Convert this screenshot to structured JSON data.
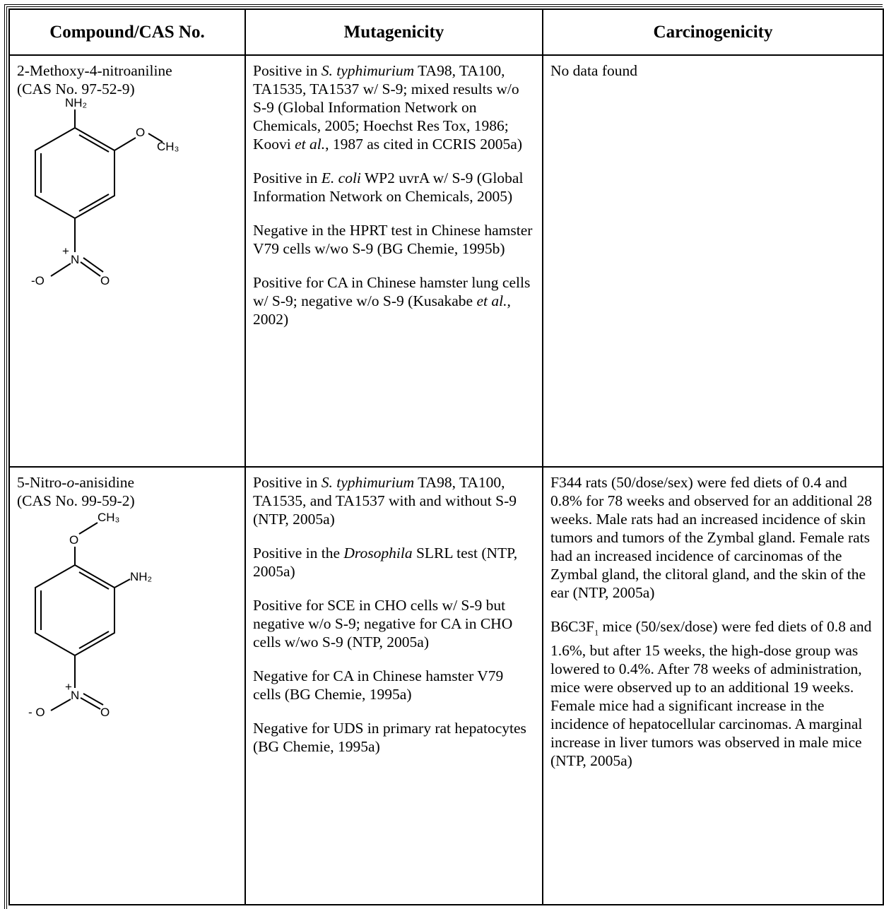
{
  "headers": {
    "compound": "Compound/CAS No.",
    "mutagenicity": "Mutagenicity",
    "carcinogenicity": "Carcinogenicity"
  },
  "rows": [
    {
      "compound_name": "2-Methoxy-4-nitroaniline",
      "cas": "(CAS No. 97-52-9)",
      "structure_labels": {
        "nh2": "NH₂",
        "o": "O",
        "ch3": "CH₃",
        "n": "N",
        "plus": "+",
        "o_minus": "-O",
        "o_double": "O"
      },
      "mutagenicity": [
        "Positive in S. typhimurium TA98, TA100, TA1535, TA1537 w/ S-9; mixed results w/o S-9 (Global Information Network on Chemicals, 2005; Hoechst Res Tox, 1986; Koovi et al., 1987 as cited in CCRIS 2005a)",
        "Positive in E. coli WP2 uvrA w/ S-9 (Global Information Network on Chemicals, 2005)",
        "Negative in the HPRT test in Chinese hamster V79 cells w/wo S-9 (BG Chemie, 1995b)",
        "Positive for CA in Chinese hamster lung cells w/ S-9; negative w/o S-9 (Kusakabe et al., 2002)"
      ],
      "carcinogenicity": [
        "No data found"
      ]
    },
    {
      "compound_name": "5-Nitro-o-anisidine",
      "cas": "(CAS No. 99-59-2)",
      "structure_labels": {
        "ch3": "CH₃",
        "o": "O",
        "nh2": "NH₂",
        "n": "N",
        "plus": "+",
        "o_minus": "- O",
        "o_double": "O"
      },
      "mutagenicity": [
        "Positive in S. typhimurium TA98, TA100, TA1535, and TA1537 with and without S-9 (NTP, 2005a)",
        "Positive in the Drosophila SLRL test (NTP, 2005a)",
        "Positive for SCE in CHO cells w/ S-9 but negative w/o S-9; negative for CA in CHO cells w/wo S-9 (NTP, 2005a)",
        "Negative for CA in Chinese hamster V79 cells (BG Chemie, 1995a)",
        "Negative for UDS in primary rat hepatocytes (BG Chemie, 1995a)"
      ],
      "carcinogenicity": [
        "F344 rats (50/dose/sex) were fed diets of 0.4 and 0.8% for 78 weeks and observed for an additional 28 weeks.  Male rats had an increased incidence of skin tumors and tumors of the Zymbal gland.  Female rats  had an increased incidence of carcinomas of the Zymbal gland, the clitoral gland, and the skin of the ear (NTP, 2005a)",
        "B6C3F1 mice (50/sex/dose) were fed diets of 0.8 and 1.6%, but after 15 weeks, the high-dose group was lowered to 0.4%.  After 78 weeks of administration, mice were observed up to an additional 19 weeks.  Female mice had a significant increase in the incidence of hepatocellular carcinomas.  A marginal increase in liver tumors was observed in male mice (NTP, 2005a)"
      ]
    }
  ]
}
